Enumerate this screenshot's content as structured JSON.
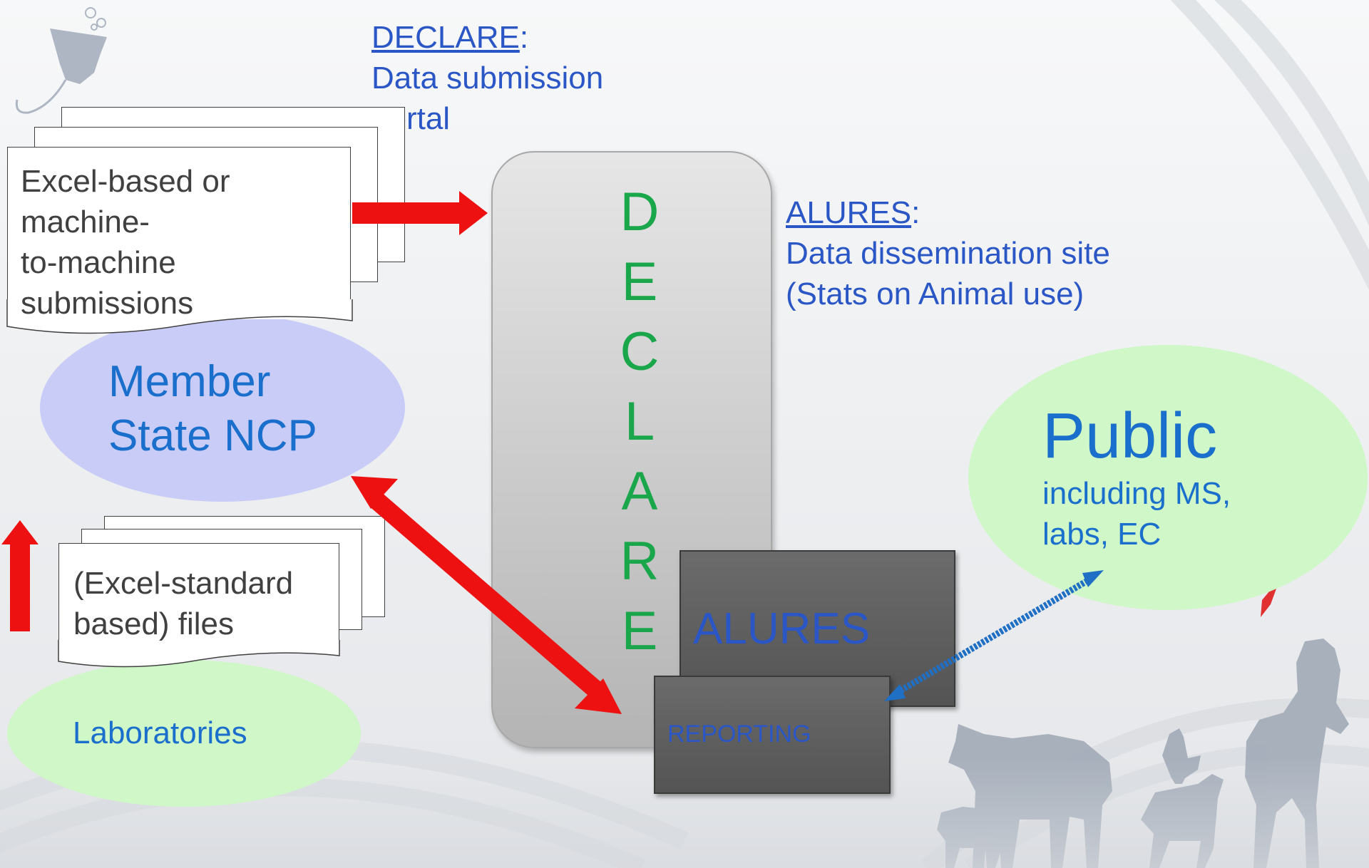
{
  "declare_header": {
    "title": "DECLARE",
    "colon": ":",
    "subtitle_line1": "Data submission",
    "subtitle_line2": "portal"
  },
  "alures_header": {
    "title": "ALURES",
    "colon": ":",
    "subtitle_line1": "Data dissemination site",
    "subtitle_line2": "(Stats on Animal use)"
  },
  "submissions_box": {
    "line1": "Excel-based or",
    "line2": "machine-",
    "line3": "to-machine",
    "line4": "submissions"
  },
  "member_state": {
    "line1": "Member",
    "line2": "State NCP"
  },
  "lab_files": {
    "line1": "(Excel-standard",
    "line2": "based) files"
  },
  "laboratories": {
    "label": "Laboratories"
  },
  "declare_vertical": [
    "D",
    "E",
    "C",
    "L",
    "A",
    "R",
    "E"
  ],
  "alures_box": {
    "label": "ALURES"
  },
  "reporting_box": {
    "label": "REPORTING"
  },
  "public": {
    "title": "Public",
    "line1": "including MS,",
    "line2": "labs, EC"
  },
  "colors": {
    "link_blue": "#2a56c6",
    "green_text": "#1aa64a",
    "arrow_red": "#ee1111",
    "arrow_blue": "#1f6fc4",
    "member_state_fill": "#c9ccf7",
    "green_fill": "#cff7c7"
  }
}
